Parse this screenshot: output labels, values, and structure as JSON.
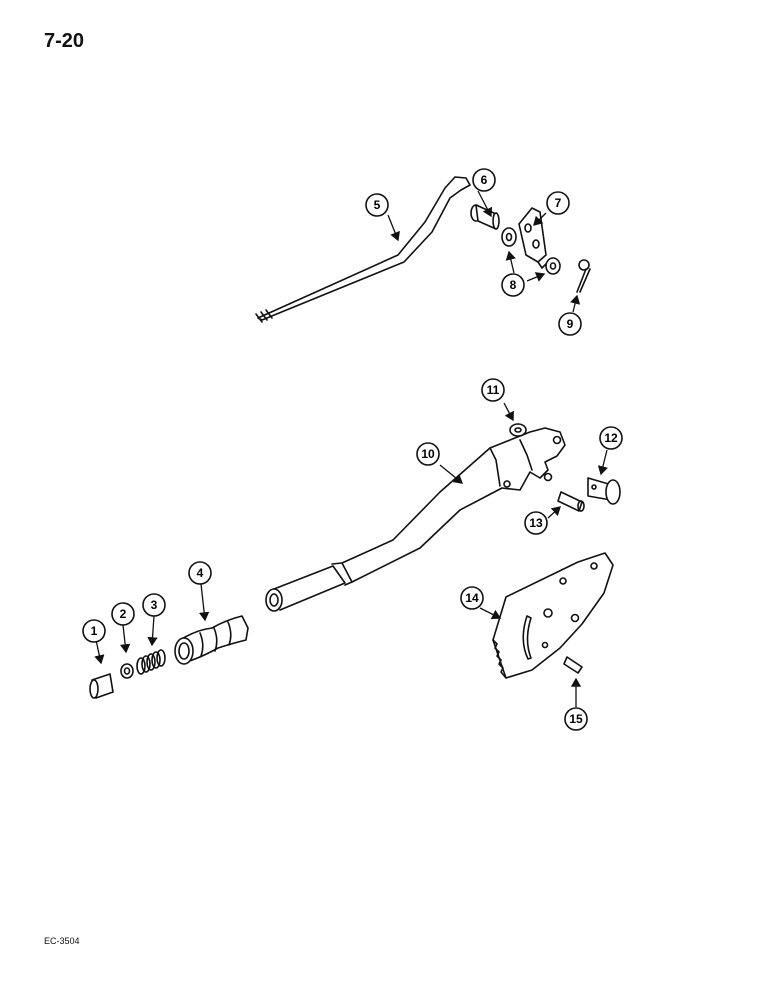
{
  "page": {
    "number": "7-20",
    "ref_code": "EC-3504"
  },
  "callouts": [
    "1",
    "2",
    "3",
    "4",
    "5",
    "6",
    "7",
    "8",
    "9",
    "10",
    "11",
    "12",
    "13",
    "14",
    "15"
  ]
}
